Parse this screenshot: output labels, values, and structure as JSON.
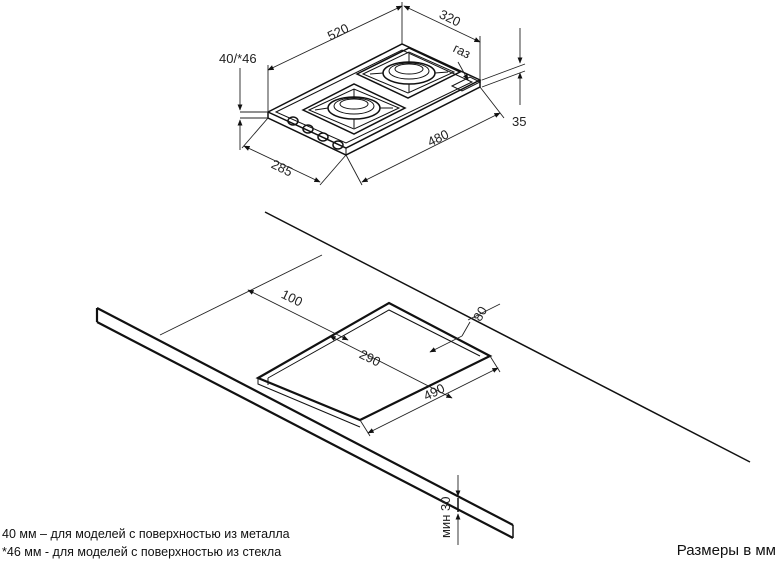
{
  "hob_dimensions": {
    "width": "520",
    "depth": "320",
    "height_note": "40/*46",
    "gas_label": "газ",
    "height_35": "35",
    "bottom_width": "480",
    "bottom_depth": "285"
  },
  "cutout_dimensions": {
    "offset_back": "100",
    "offset_side": "80",
    "cut_depth": "290",
    "cut_width": "490",
    "min_thickness": "мин 30"
  },
  "notes": {
    "metal": "40 мм – для моделей с поверхностью из металла",
    "glass": "*46 мм - для моделей с поверхностью из стекла"
  },
  "units": "Размеры в мм"
}
